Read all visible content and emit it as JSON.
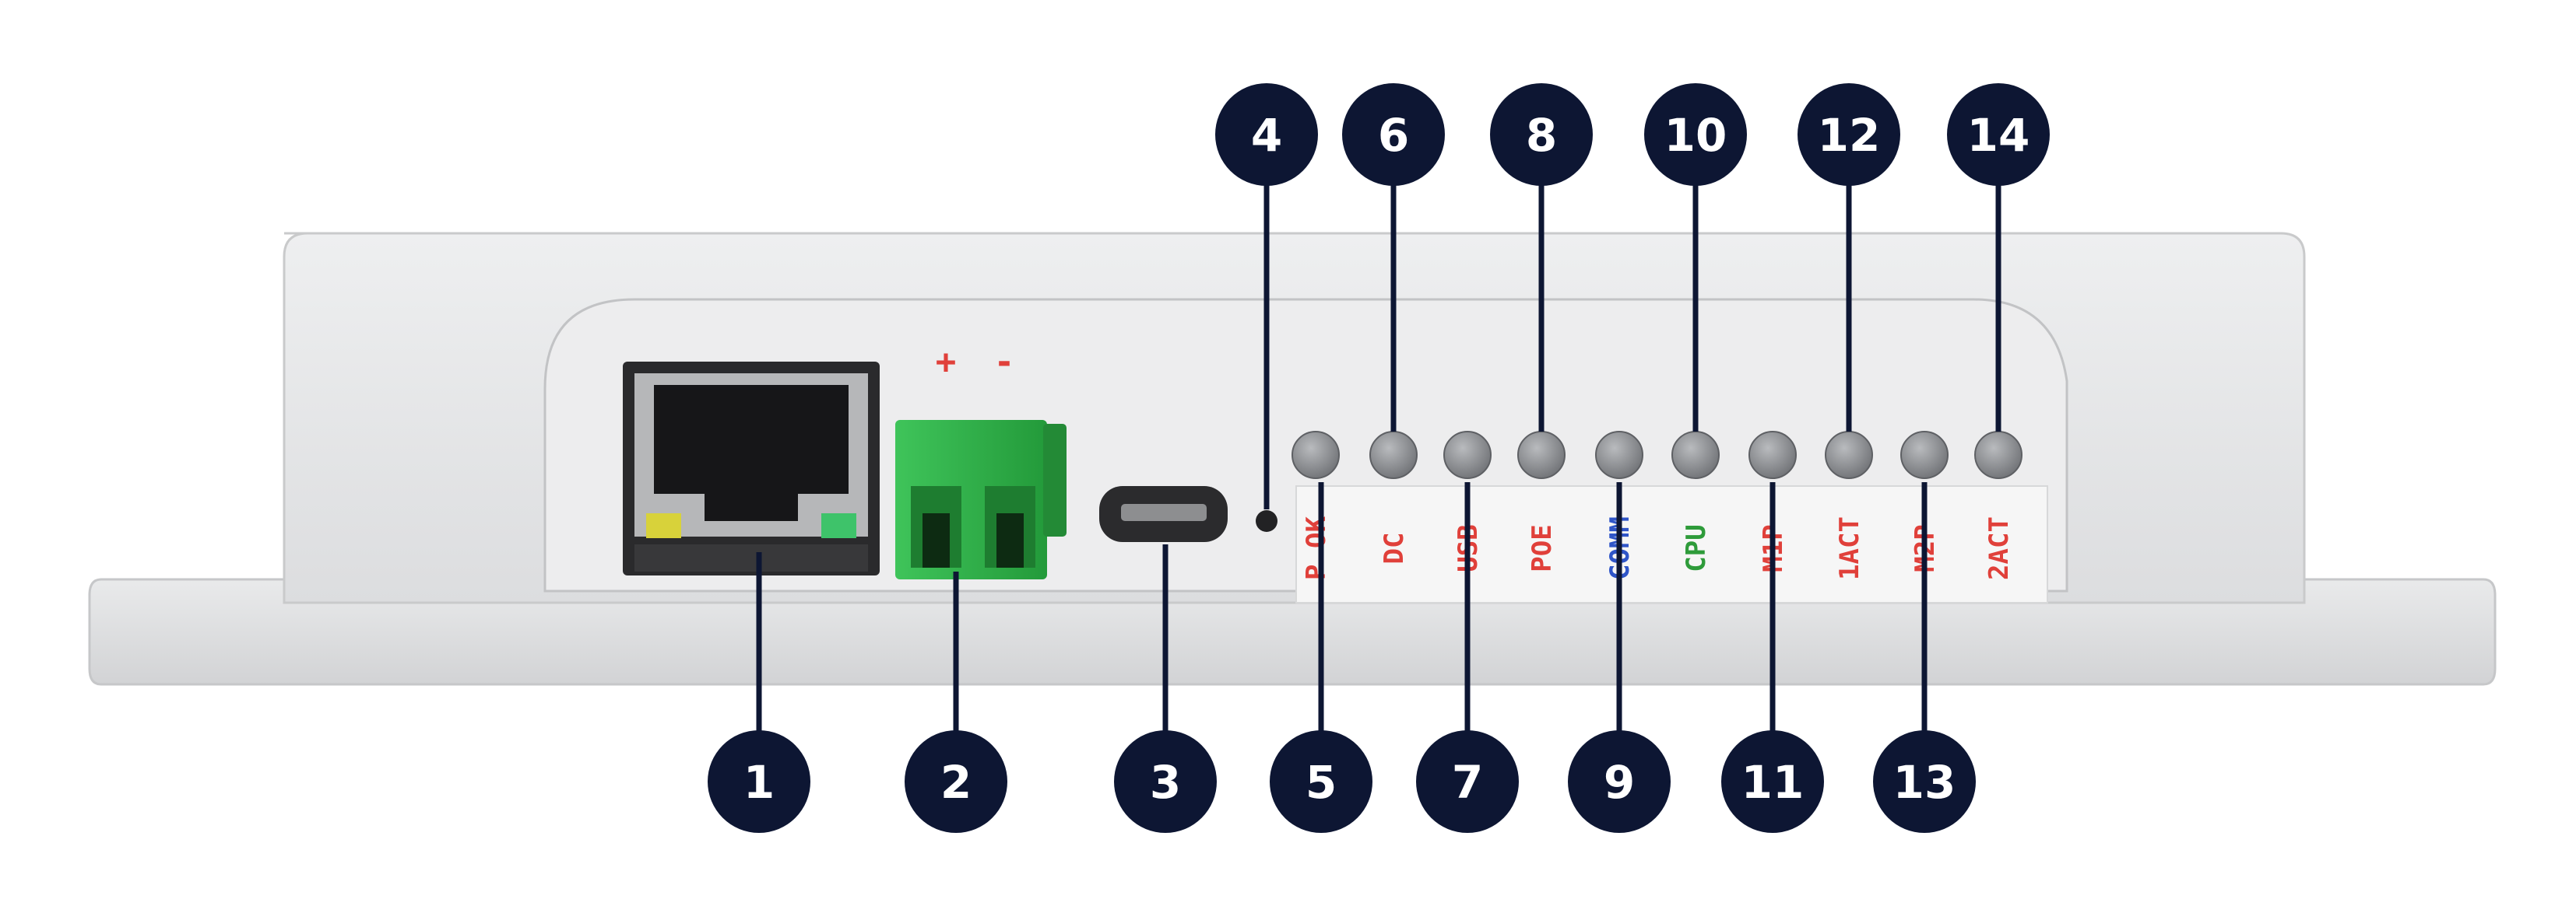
{
  "colors": {
    "background": "#ffffff",
    "enclosure": "#e6e7e8",
    "enclosure_shadow": "#c9cacb",
    "callout_fill": "#0d1633",
    "callout_text": "#ffffff",
    "leader_line": "#0d1633",
    "terminal_block": "#2eb34a",
    "led_off": "#8e9094",
    "label_red": "#e0403a",
    "label_blue": "#2f55c8",
    "label_green": "#2e9b3a"
  },
  "device": {
    "polarity": [
      "+",
      "-"
    ],
    "led_labels": [
      {
        "text": "P OK",
        "color": "red"
      },
      {
        "text": "DC",
        "color": "red"
      },
      {
        "text": "USB",
        "color": "red"
      },
      {
        "text": "POE",
        "color": "red"
      },
      {
        "text": "COMM",
        "color": "blue"
      },
      {
        "text": "CPU",
        "color": "green"
      },
      {
        "text": "M1P",
        "color": "red"
      },
      {
        "text": "1ACT",
        "color": "red"
      },
      {
        "text": "M2P",
        "color": "red"
      },
      {
        "text": "2ACT",
        "color": "red"
      }
    ]
  },
  "callouts": {
    "top": [
      "4",
      "6",
      "8",
      "10",
      "12",
      "14"
    ],
    "bottom": [
      "1",
      "2",
      "3",
      "5",
      "7",
      "9",
      "11",
      "13"
    ]
  }
}
